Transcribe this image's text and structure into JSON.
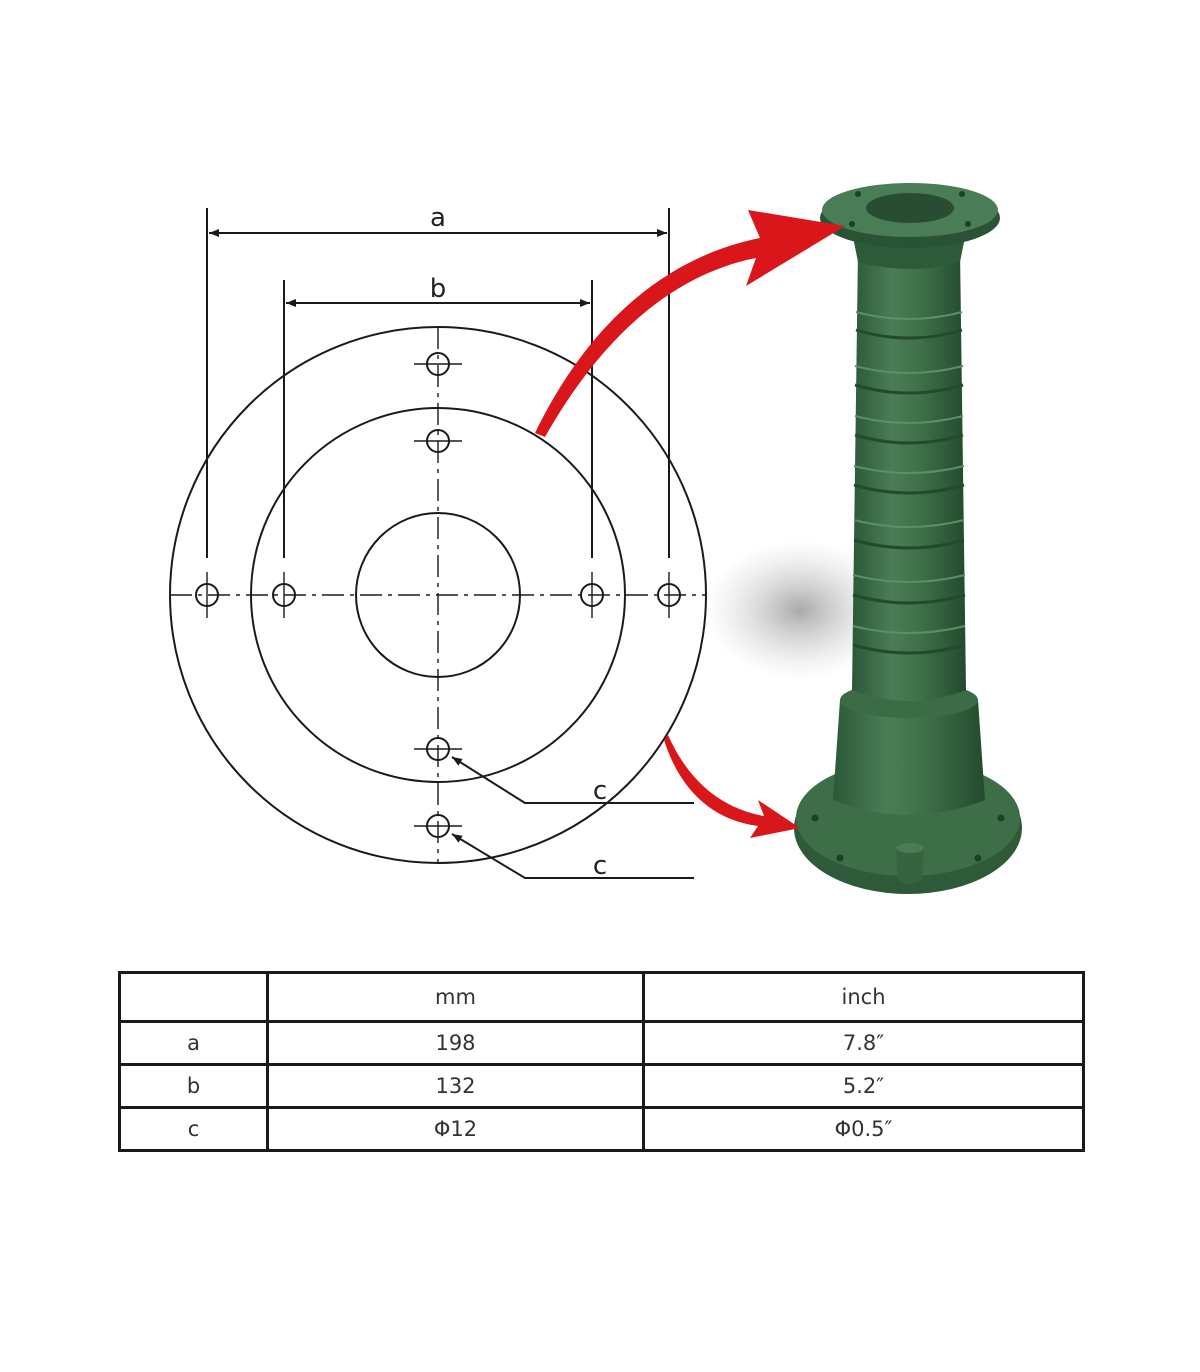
{
  "diagram": {
    "labels": {
      "a": "a",
      "b": "b",
      "c1": "c",
      "c2": "c"
    },
    "colors": {
      "arrow": "#d9171a",
      "pump": "#3d6e48",
      "pump_dark": "#2a5234",
      "line": "#1a1a1a"
    }
  },
  "table": {
    "headers": [
      "",
      "mm",
      "inch"
    ],
    "rows": [
      [
        "a",
        "198",
        "7.8″"
      ],
      [
        "b",
        "132",
        "5.2″"
      ],
      [
        "c",
        "Φ12",
        "Φ0.5″"
      ]
    ]
  }
}
